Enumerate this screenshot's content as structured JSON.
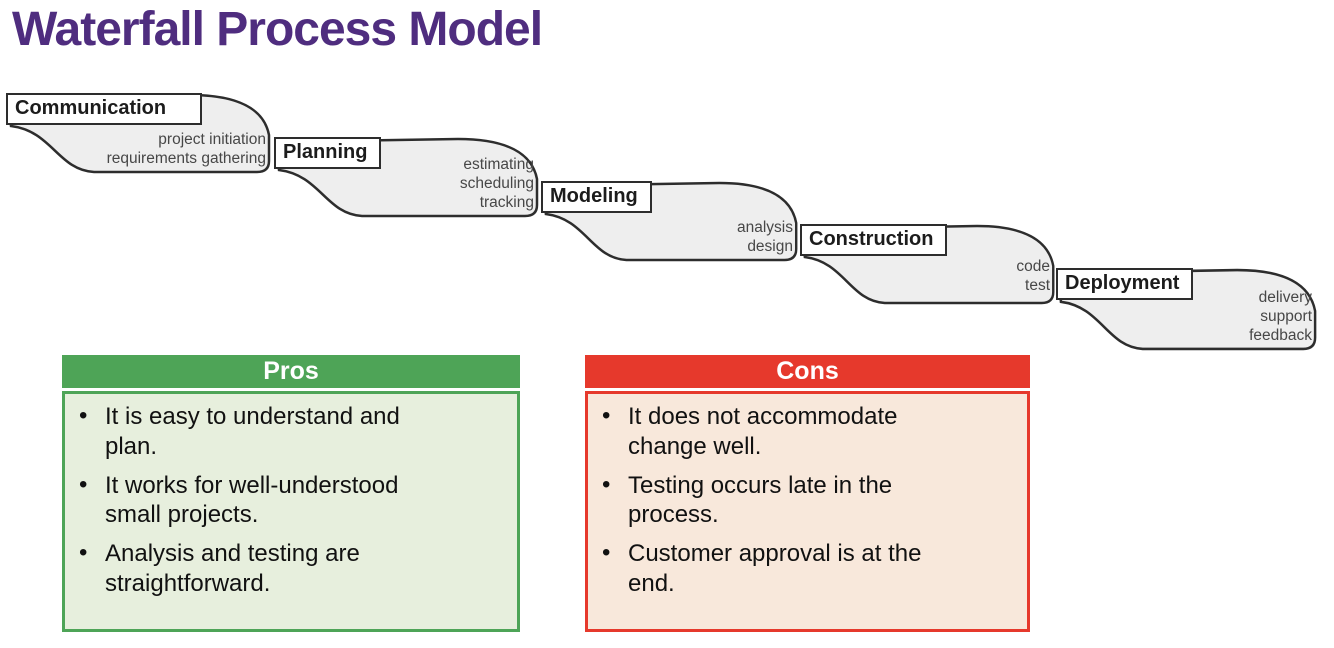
{
  "title": "Waterfall Process Model",
  "colors": {
    "title_purple": "#4f2d7f",
    "step_fill": "#eeeeee",
    "step_stroke": "#2d2d2d",
    "pros_accent": "#4ea457",
    "pros_bg": "#e7efdd",
    "cons_accent": "#e6392c",
    "cons_bg": "#f8e8db"
  },
  "steps": [
    {
      "name": "Communication",
      "activities": [
        "project initiation",
        "requirements gathering"
      ]
    },
    {
      "name": "Planning",
      "activities": [
        "estimating",
        "scheduling",
        "tracking"
      ]
    },
    {
      "name": "Modeling",
      "activities": [
        "analysis",
        "design"
      ]
    },
    {
      "name": "Construction",
      "activities": [
        "code",
        "test"
      ]
    },
    {
      "name": "Deployment",
      "activities": [
        "delivery",
        "support",
        "feedback"
      ]
    }
  ],
  "pros": {
    "header": "Pros",
    "items": [
      "It is easy to understand and\nplan.",
      "It works for well-understood\nsmall projects.",
      "Analysis and testing are\nstraightforward."
    ]
  },
  "cons": {
    "header": "Cons",
    "items": [
      "It does not accommodate\nchange well.",
      "Testing occurs late in the\nprocess.",
      "Customer approval is at the\nend."
    ]
  }
}
